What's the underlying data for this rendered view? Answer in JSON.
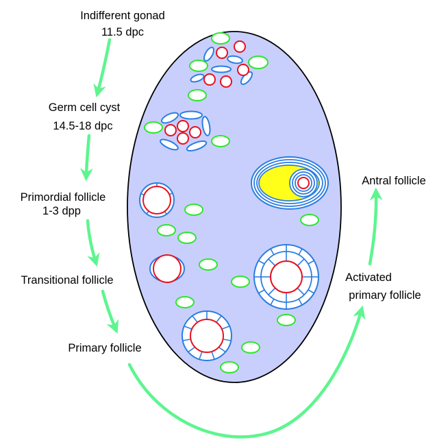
{
  "labels": {
    "indifferent_gonad": "Indifferent gonad",
    "indifferent_gonad_age": "11.5 dpc",
    "germ_cell_cyst": "Germ cell cyst",
    "germ_cell_cyst_age": "14.5-18 dpc",
    "primordial_follicle": "Primordial follicle",
    "primordial_follicle_age": "1-3 dpp",
    "transitional_follicle": "Transitional follicle",
    "primary_follicle": "Primary follicle",
    "activated_primary_follicle_line1": "Activated",
    "activated_primary_follicle_line2": "primary follicle",
    "antral_follicle": "Antral follicle"
  },
  "colors": {
    "ovary_fill": "#c8cffc",
    "outline": "#000000",
    "oocyte": "#e8101e",
    "granulosa": "#2a7de1",
    "somatic_cell": "#2ee62e",
    "arrow": "#5df58f",
    "antrum": "#ffff1a"
  }
}
